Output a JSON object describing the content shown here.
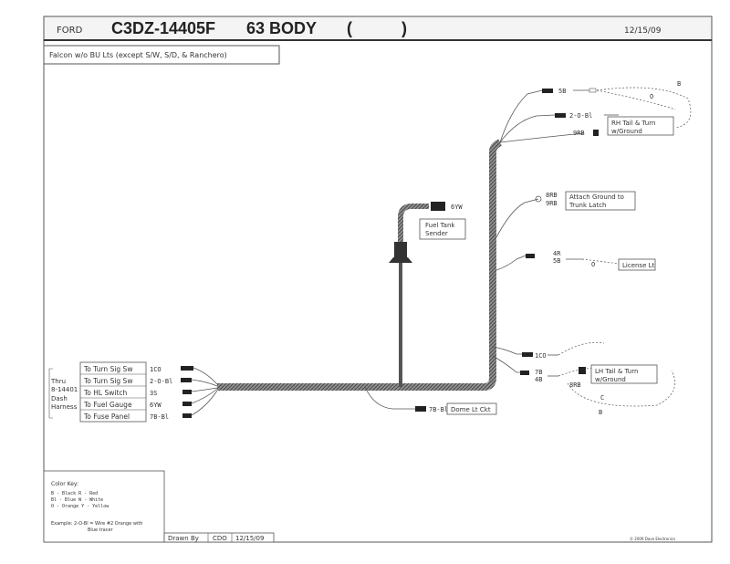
{
  "header": {
    "make": "FORD",
    "part_number": "C3DZ-14405F",
    "title": "63 BODY",
    "paren_open": "(",
    "paren_close": ")",
    "date": "12/15/09"
  },
  "subtitle": "Falcon w/o BU Lts (except S/W, S/D, & Ranchero)",
  "left_block": {
    "rows": [
      {
        "label": "To Turn Sig Sw",
        "wire": "1CO"
      },
      {
        "label": "To Turn Sig Sw",
        "wire": "2-O-Bl"
      },
      {
        "label": "To HL Switch",
        "wire": "3S"
      },
      {
        "label": "To Fuel Gauge",
        "wire": "6YW"
      },
      {
        "label": "To Fuse Panel",
        "wire": "7B-Bl"
      }
    ],
    "thru_lines": [
      "Thru",
      "8-14401",
      "Dash",
      "Harness"
    ]
  },
  "connectors": {
    "fuel_wire": "6YW",
    "fuel_box": [
      "Fuel Tank",
      "Sender"
    ],
    "dome_wire": "7B-Bl",
    "dome_box": "Dome Lt Ckt",
    "rh_5b": "5B",
    "rh_2ob": "2-O-Bl",
    "rh_9rb": "9RB",
    "rh_b": "B",
    "rh_o": "O",
    "rh_box": [
      "RH Tail & Turn",
      "w/Ground"
    ],
    "ground_wires": [
      "8RB",
      "9RB"
    ],
    "ground_box": [
      "Attach Ground to",
      "Trunk Latch"
    ],
    "lic_wires": [
      "4R",
      "5B"
    ],
    "lic_o": "O",
    "lic_box": "License Lt",
    "lh_1co": "1CO",
    "lh_wires": [
      "7B",
      "4B"
    ],
    "lh_8rb": "8RB",
    "lh_c": "C",
    "lh_b": "B",
    "lh_box": [
      "LH Tail & Turn",
      "w/Ground"
    ]
  },
  "color_key": {
    "heading": "Color Key:",
    "lines": [
      "B - Black     R - Red",
      "Bl - Blue     W - White",
      "O - Orange    Y - Yellow"
    ],
    "example": [
      "Example: 2-O-Bl = Wire #2 Orange with",
      "Blue tracer"
    ]
  },
  "footer": {
    "drawn_by_label": "Drawn By",
    "drawn_by": "CDO",
    "drawn_date": "12/15/09",
    "copyright": "© 2009 Dave Electronics"
  }
}
